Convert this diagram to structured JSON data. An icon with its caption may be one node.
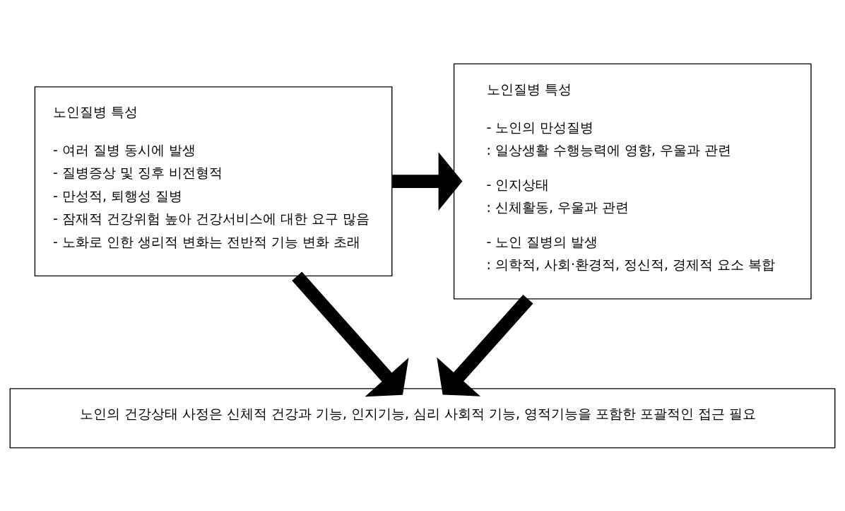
{
  "diagram": {
    "nodes": [
      {
        "text": [
          "노인질병 특성",
          "- 여러 질병 동시에 발생",
          "- 질병증상 및 징후 비전형적",
          "- 만성적, 퇴행성 질병",
          "- 잠재적 건강위험 높아 건강서비스에 대한 요구 많음",
          "- 노화로 인한 생리적 변화는 전반적 기능 변화 초래"
        ]
      },
      {
        "text": [
          "노인질병 특성",
          "- 노인의 만성질병",
          ": 일상생활 수행능력에 영향, 우울과 관련",
          "- 인지상태",
          ": 신체활동, 우울과 관련",
          "- 노인 질병의 발생",
          ": 의학적, 사회·환경적, 정신적, 경제적 요소 복합"
        ]
      },
      {
        "text": [
          "노인의 건강상태 사정은 신체적 건강과 기능, 인지기능, 심리 사회적 기능, 영적기능을 포함한 포괄적인 접근 필요"
        ]
      }
    ],
    "edges": [
      {
        "from": 0,
        "to": 1,
        "arrow": "to"
      },
      {
        "from": 0,
        "to": 2,
        "arrow": "to"
      },
      {
        "from": 1,
        "to": 2,
        "arrow": "to"
      }
    ]
  }
}
